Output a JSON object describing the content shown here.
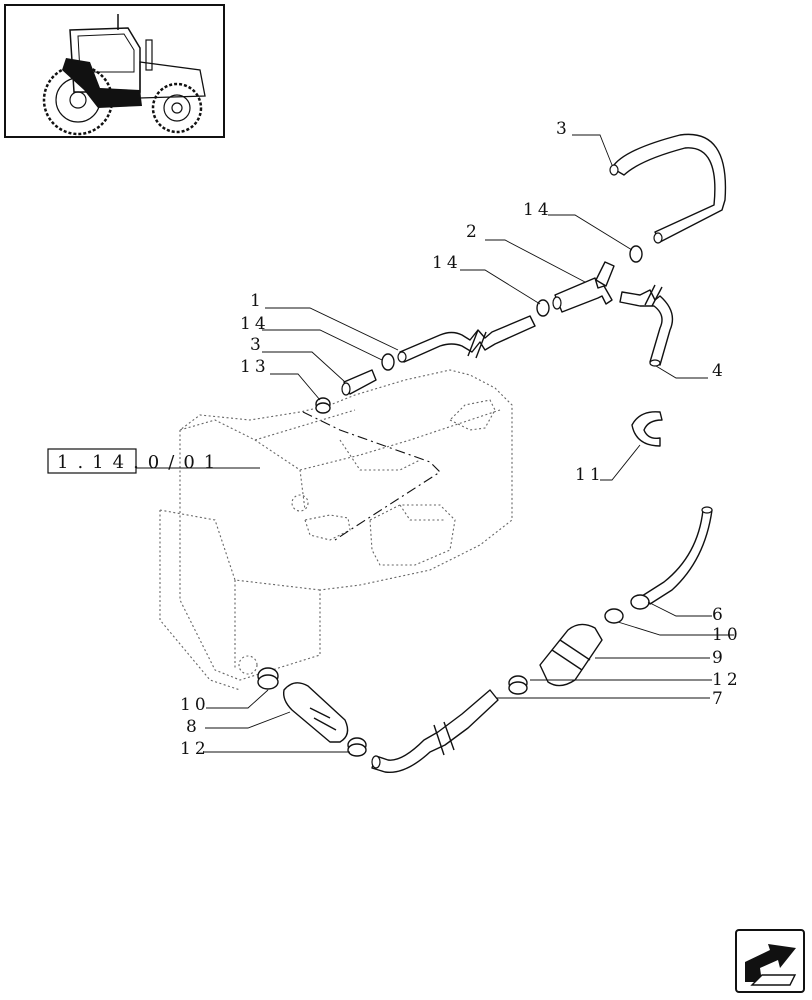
{
  "ref_label": "1.14.0/01",
  "callouts": {
    "c1": "1",
    "c2": "2",
    "c3a": "3",
    "c3b": "3",
    "c4": "4",
    "c6": "6",
    "c7": "7",
    "c8": "8",
    "c9": "9",
    "c10a": "10",
    "c10b": "10",
    "c11": "11",
    "c12a": "12",
    "c12b": "12",
    "c13": "13",
    "c14a": "14",
    "c14b": "14",
    "c14c": "14"
  },
  "icons": {
    "thumbnail": "tractor-thumbnail-icon",
    "next": "next-page-arrow-icon"
  }
}
